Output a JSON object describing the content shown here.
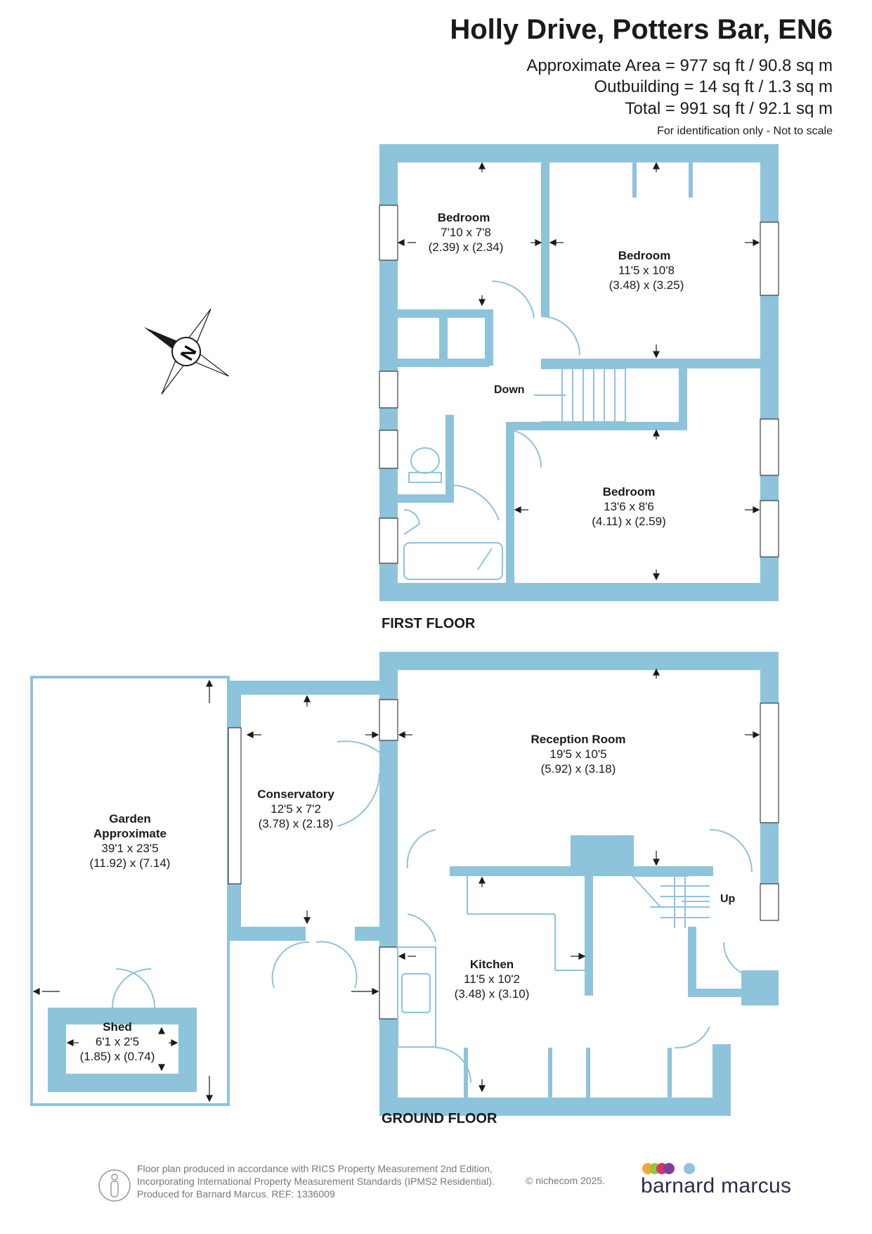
{
  "header": {
    "title": "Holly Drive, Potters Bar, EN6",
    "area_approx": "Approximate Area = 977 sq ft / 90.8 sq m",
    "area_outbuilding": "Outbuilding = 14 sq ft / 1.3 sq m",
    "area_total": "Total = 991 sq ft / 92.1 sq m",
    "note": "For identification only - Not to scale"
  },
  "floors": {
    "first_floor_label": "FIRST FLOOR",
    "ground_floor_label": "GROUND FLOOR",
    "stairs_down": "Down",
    "stairs_up": "Up"
  },
  "rooms": {
    "bedroom_1": {
      "name": "Bedroom",
      "imperial": "7'10 x 7'8",
      "metric": "(2.39) x (2.34)"
    },
    "bedroom_2": {
      "name": "Bedroom",
      "imperial": "11'5 x 10'8",
      "metric": "(3.48) x (3.25)"
    },
    "bedroom_3": {
      "name": "Bedroom",
      "imperial": "13'6 x 8'6",
      "metric": "(4.11) x (2.59)"
    },
    "reception": {
      "name": "Reception Room",
      "imperial": "19'5 x 10'5",
      "metric": "(5.92) x (3.18)"
    },
    "conservatory": {
      "name": "Conservatory",
      "imperial": "12'5 x 7'2",
      "metric": "(3.78) x (2.18)"
    },
    "kitchen": {
      "name": "Kitchen",
      "imperial": "11'5 x 10'2",
      "metric": "(3.48) x (3.10)"
    },
    "garden": {
      "name1": "Garden",
      "name2": "Approximate",
      "imperial": "39'1 x 23'5",
      "metric": "(11.92) x (7.14)"
    },
    "shed": {
      "name": "Shed",
      "imperial": "6'1 x 2'5",
      "metric": "(1.85) x (0.74)"
    }
  },
  "compass": {
    "letter": "N"
  },
  "footer": {
    "line1": "Floor plan produced in accordance with RICS Property Measurement 2nd Edition,",
    "line2": "Incorporating International Property Measurement Standards (IPMS2 Residential).",
    "line3": "Produced for Barnard Marcus.   REF:  1336009",
    "copyright": "© nichecom 2025.",
    "brand": "barnard marcus"
  },
  "colors": {
    "wall": "#8ec3dc",
    "brand_dots": [
      "#f4a53b",
      "#9bc53d",
      "#d6336c",
      "#7b3fa0",
      "#8ec3dc"
    ]
  }
}
